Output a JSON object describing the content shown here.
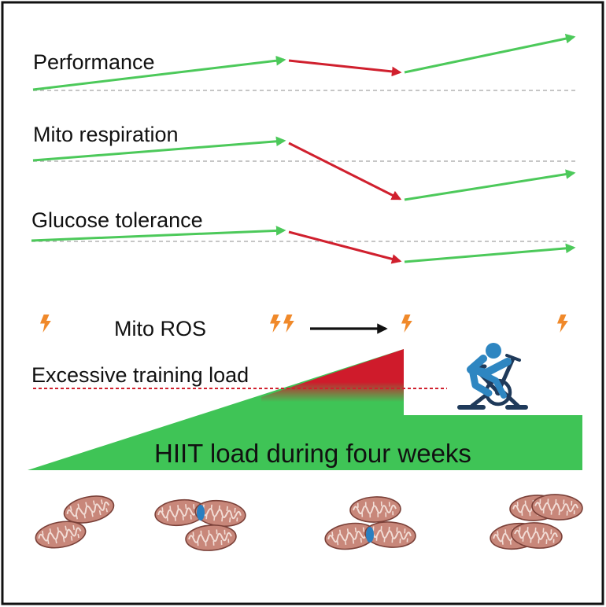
{
  "labels": {
    "performance": "Performance",
    "mito_respiration": "Mito respiration",
    "glucose_tolerance": "Glucose tolerance",
    "mito_ros": "Mito ROS",
    "excessive_training_load": "Excessive training load",
    "hiit_load": "HIIT load during four weeks"
  },
  "colors": {
    "increase": "#4cc95a",
    "decrease": "#d0202e",
    "baseline": "#b3b3b3",
    "threshold": "#d0202e",
    "ros_bolt": "#f0892a",
    "load_green": "#3fc456",
    "load_red": "#cf1b2b",
    "cyclist": "#2e86c1",
    "bike": "#1f3a5a",
    "mito_fill": "#c8877a",
    "mito_cristae": "#f2ddd6",
    "fission_marker": "#2a7fc0"
  },
  "icons": {
    "ros": "lightning-bolt-icon",
    "cyclist": "stationary-bike-cyclist-icon",
    "mitochondrion": "mitochondrion-icon"
  },
  "ros_levels": [
    1,
    2,
    1,
    1
  ]
}
